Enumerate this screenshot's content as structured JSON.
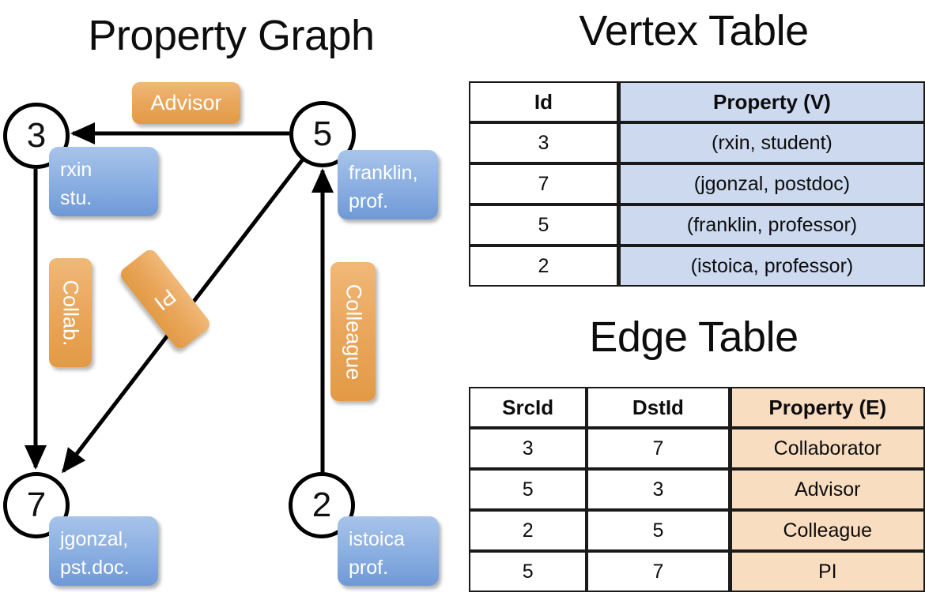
{
  "titles": {
    "property_graph": "Property Graph",
    "vertex_table": "Vertex Table",
    "edge_table": "Edge Table"
  },
  "graph": {
    "vertices": [
      {
        "id": "3",
        "property_label": "rxin\nstu."
      },
      {
        "id": "5",
        "property_label": "franklin,\nprof."
      },
      {
        "id": "7",
        "property_label": "jgonzal,\npst.doc."
      },
      {
        "id": "2",
        "property_label": "istoica\nprof."
      }
    ],
    "vertex_labels": {
      "v3": "3",
      "v5": "5",
      "v7": "7",
      "v2": "2"
    },
    "property_boxes": {
      "rxin_line1": "rxin",
      "rxin_line2": "stu.",
      "franklin_line1": "franklin,",
      "franklin_line2": "prof.",
      "jgonzal_line1": "jgonzal,",
      "jgonzal_line2": "pst.doc.",
      "istoica_line1": "istoica",
      "istoica_line2": "prof."
    },
    "edge_labels": {
      "advisor": "Advisor",
      "collab": "Collab.",
      "pi": "PI",
      "colleague": "Colleague"
    },
    "edges": [
      {
        "from": "5",
        "to": "3",
        "label": "Advisor"
      },
      {
        "from": "3",
        "to": "7",
        "label": "Collab."
      },
      {
        "from": "5",
        "to": "7",
        "label": "PI"
      },
      {
        "from": "2",
        "to": "5",
        "label": "Colleague"
      }
    ]
  },
  "vertex_table": {
    "headers": [
      "Id",
      "Property (V)"
    ],
    "rows": [
      {
        "id": "3",
        "property": "(rxin, student)"
      },
      {
        "id": "7",
        "property": "(jgonzal, postdoc)"
      },
      {
        "id": "5",
        "property": "(franklin, professor)"
      },
      {
        "id": "2",
        "property": "(istoica, professor)"
      }
    ]
  },
  "edge_table": {
    "headers": [
      "SrcId",
      "DstId",
      "Property (E)"
    ],
    "rows": [
      {
        "src": "3",
        "dst": "7",
        "property": "Collaborator"
      },
      {
        "src": "5",
        "dst": "3",
        "property": "Advisor"
      },
      {
        "src": "2",
        "dst": "5",
        "property": "Colleague"
      },
      {
        "src": "5",
        "dst": "7",
        "property": "PI"
      }
    ]
  },
  "colors": {
    "vertex_property_blue": "#8fb2e3",
    "edge_label_orange": "#eaa85e",
    "vertex_table_cell": "#ccd9ef",
    "edge_table_cell": "#f8ddc1",
    "stroke": "#000000",
    "background": "#ffffff"
  }
}
